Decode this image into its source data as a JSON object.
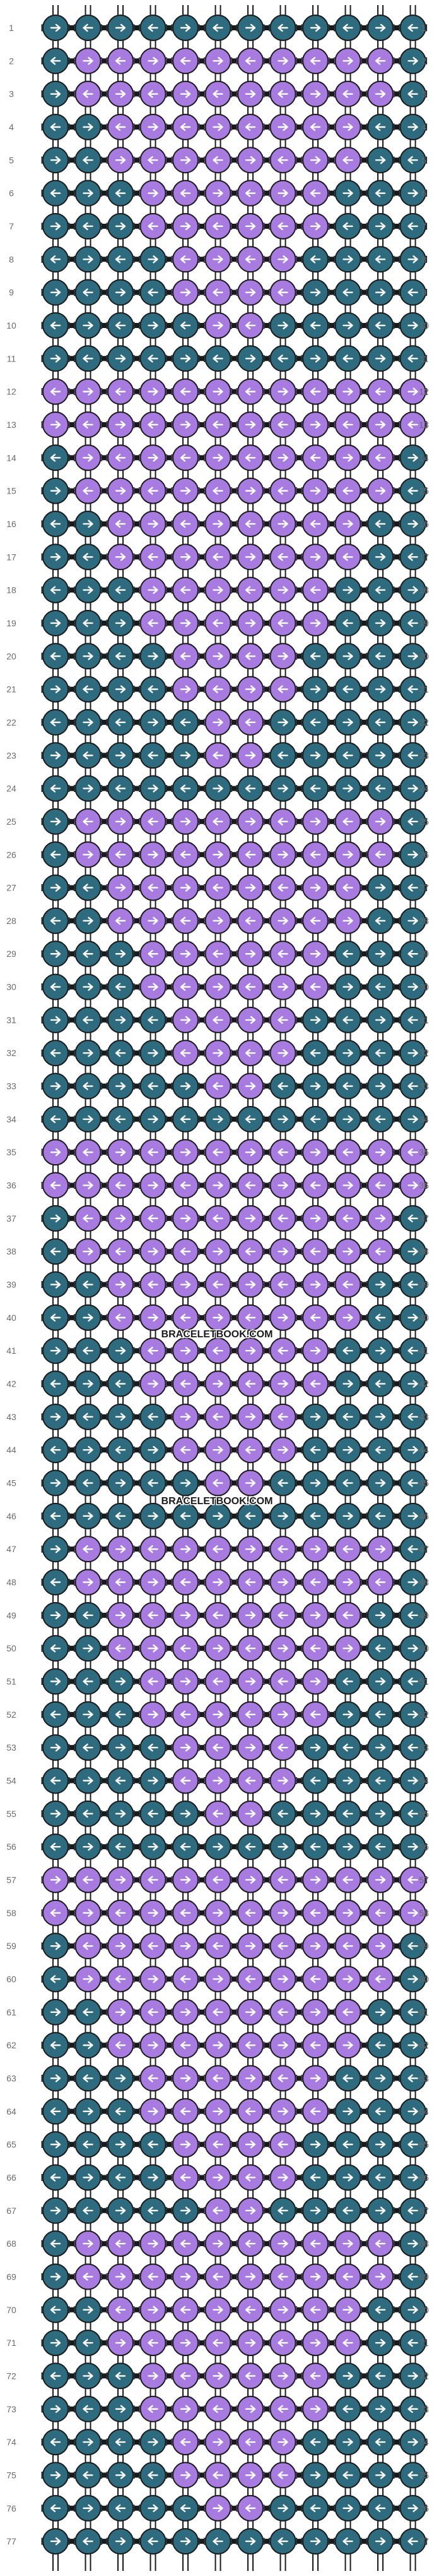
{
  "site": {
    "watermark": "BRACELETBOOK.COM"
  },
  "pattern": {
    "rows": 77,
    "strings": 12,
    "colors": {
      "teal": "#2f6b7e",
      "purple": "#a77be0",
      "line": "#1a1a1a",
      "arrow": "#ffffff"
    },
    "row_labels": [
      "1",
      "2",
      "3",
      "4",
      "5",
      "6",
      "7",
      "8",
      "9",
      "10",
      "11",
      "12",
      "13",
      "14",
      "15",
      "16",
      "17",
      "18",
      "19",
      "20",
      "21",
      "22",
      "23",
      "24",
      "25",
      "26",
      "27",
      "28",
      "29",
      "30",
      "31",
      "32",
      "33",
      "34",
      "35",
      "36",
      "37",
      "38",
      "39",
      "40",
      "41",
      "42",
      "43",
      "44",
      "45",
      "46",
      "47",
      "48",
      "49",
      "50",
      "51",
      "52",
      "53",
      "54",
      "55",
      "56",
      "57",
      "58",
      "59",
      "60",
      "61",
      "62",
      "63",
      "64",
      "65",
      "66",
      "67",
      "68",
      "69",
      "70",
      "71",
      "72",
      "73",
      "74",
      "75",
      "76",
      "77"
    ],
    "purple_runs": [
      [],
      [
        1,
        10
      ],
      [
        1,
        10
      ],
      [
        2,
        9
      ],
      [
        2,
        9
      ],
      [
        3,
        8
      ],
      [
        3,
        8
      ],
      [
        4,
        7
      ],
      [
        4,
        7
      ],
      [
        5,
        6
      ],
      [],
      [
        0,
        11
      ],
      [
        0,
        11
      ],
      [
        1,
        10
      ],
      [
        1,
        10
      ],
      [
        2,
        9
      ],
      [
        2,
        9
      ],
      [
        3,
        8
      ],
      [
        3,
        8
      ],
      [
        4,
        7
      ],
      [
        4,
        7
      ],
      [
        5,
        6
      ],
      [
        5,
        6
      ],
      [],
      [
        1,
        10
      ],
      [
        1,
        10
      ],
      [
        2,
        9
      ],
      [
        2,
        9
      ],
      [
        3,
        8
      ],
      [
        3,
        8
      ],
      [
        4,
        7
      ],
      [
        4,
        7
      ],
      [
        5,
        6
      ],
      [],
      [
        0,
        11
      ],
      [
        0,
        11
      ],
      [
        1,
        10
      ],
      [
        1,
        10
      ],
      [
        2,
        9
      ],
      [
        2,
        9
      ],
      [
        3,
        8
      ],
      [
        3,
        8
      ],
      [
        4,
        7
      ],
      [
        4,
        7
      ],
      [
        5,
        6
      ],
      [],
      [
        1,
        10
      ],
      [
        1,
        10
      ],
      [
        2,
        9
      ],
      [
        2,
        9
      ],
      [
        3,
        8
      ],
      [
        3,
        8
      ],
      [
        4,
        7
      ],
      [
        4,
        7
      ],
      [
        5,
        6
      ],
      [],
      [
        0,
        11
      ],
      [
        0,
        11
      ],
      [
        1,
        10
      ],
      [
        1,
        10
      ],
      [
        2,
        9
      ],
      [
        2,
        9
      ],
      [
        3,
        8
      ],
      [
        3,
        8
      ],
      [
        4,
        7
      ],
      [
        4,
        7
      ],
      [
        5,
        6
      ],
      [
        1,
        10
      ],
      [
        1,
        10
      ],
      [
        2,
        9
      ],
      [
        2,
        9
      ],
      [
        3,
        8
      ],
      [
        3,
        8
      ],
      [
        4,
        7
      ],
      [
        4,
        7
      ],
      [
        5,
        6
      ],
      []
    ]
  }
}
